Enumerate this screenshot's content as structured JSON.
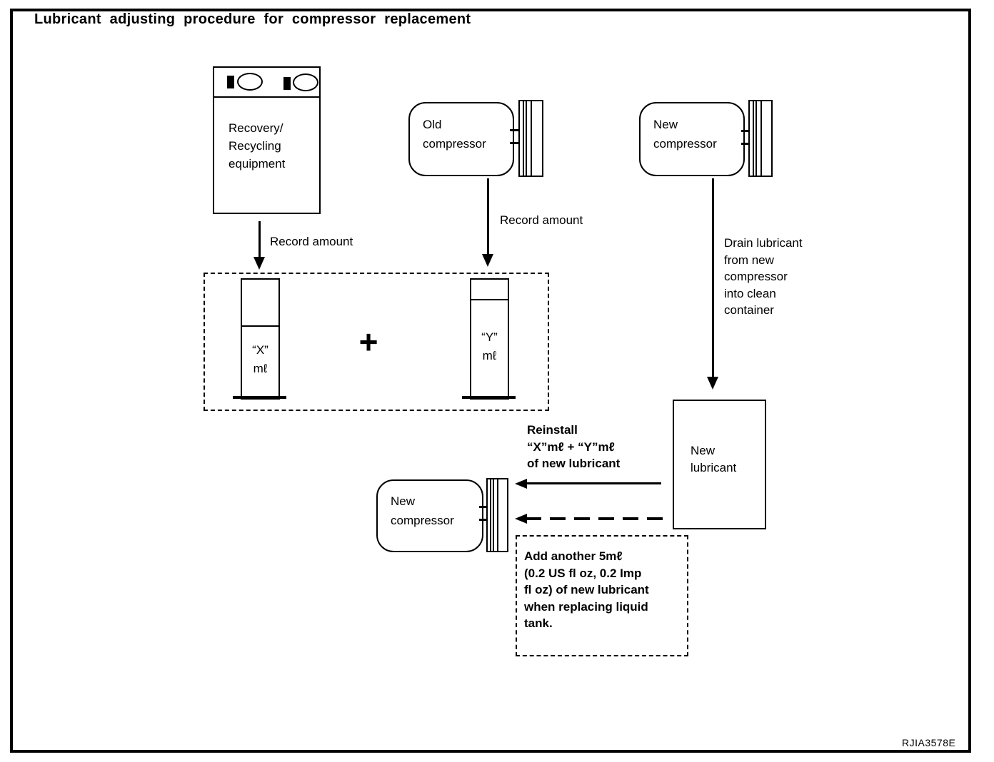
{
  "title": "Lubricant adjusting procedure for compressor replacement",
  "figure_code": "RJIA3578E",
  "boxes": {
    "recovery_equipment": "Recovery/\nRecycling\nequipment",
    "old_compressor": "Old\ncompressor",
    "new_compressor_top": "New\ncompressor",
    "new_lubricant": "New\nlubricant",
    "new_compressor_bottom": "New\ncompressor"
  },
  "cylinders": {
    "x_label": "“X”\nmℓ",
    "y_label": "“Y”\nmℓ",
    "plus": "+"
  },
  "labels": {
    "record_amount_left": "Record amount",
    "record_amount_mid": "Record amount",
    "drain_note": "Drain lubricant\nfrom new\ncompressor\ninto clean\ncontainer",
    "reinstall_note": "Reinstall\n“X”mℓ + “Y”mℓ\nof new lubricant",
    "add_note": "Add another 5mℓ\n(0.2 US fl oz, 0.2 Imp\n fl oz) of new lubricant\nwhen replacing liquid\ntank."
  },
  "colors": {
    "ink": "#000000",
    "background": "#ffffff"
  }
}
